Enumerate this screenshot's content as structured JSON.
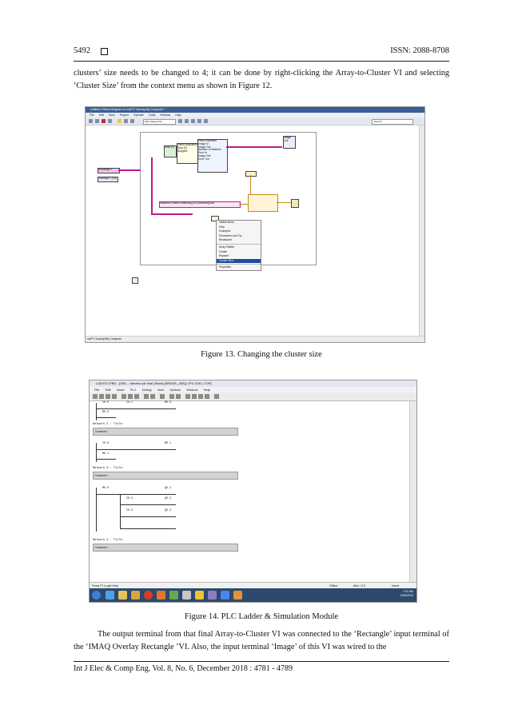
{
  "header": {
    "page_number": "5492",
    "issn": "ISSN: 2088-8708"
  },
  "intro_paragraph": "clusters’ size needs to be changed to 4; it can be done by right-clicking the Array-to-Cluster VI and selecting ‘Cluster Size’ from the context menu as shown in Figure 12.",
  "figure13": {
    "caption": "Figure 13. Changing the cluster size",
    "window_title": "Untitled 4 Block Diagram on myPC Scarray/My Computer *",
    "menu": [
      "File",
      "Edit",
      "View",
      "Project",
      "Operate",
      "Tools",
      "Window",
      "Help"
    ],
    "font_box": "15pt Dialog Font",
    "search": "Search",
    "blocks": {
      "vision_acquisition": [
        "Vision Acquisition",
        "Stop (F)",
        "Stopped"
      ],
      "vision_assistant": [
        "Vision Assistant",
        "Image In",
        "Image Out",
        "Number of Matches",
        "Error In",
        "Image Out",
        "Error Out"
      ],
      "stop": "Stop (F)",
      "image_out": "Image Out",
      "pattern_wire": "Matches (Pattern Matching (2D) Bounding Box",
      "const1": "Rectangle 1",
      "const2": "Overlays 1 (Ch)"
    },
    "context_menu": [
      "Visible Items",
      "Help",
      "Examples",
      "Description and Tip...",
      "Breakpoint",
      "Array Palette",
      "Create",
      "Replace",
      "Cluster Size...",
      "Properties"
    ],
    "status": "myPC Scarray/My Computer"
  },
  "figure14": {
    "caption": "Figure 14. PLC Ladder & Simulation Module",
    "window_title": "LAD/STL/FBD - [OB1 -- fabview plc final (Stack) (BRASIL_005)] CPU 314C-2 DP]",
    "menu": [
      "File",
      "Edit",
      "Insert",
      "PLC",
      "Debug",
      "View",
      "Options",
      "Window",
      "Help"
    ],
    "networks": [
      {
        "label": "Network 2 : Title:",
        "comment": "Comment:"
      },
      {
        "label": "Network 3 : Title:",
        "comment": "Comment:"
      },
      {
        "label": "Network 4 : Title:",
        "comment": "Comment:"
      }
    ],
    "contacts": [
      "I0.0",
      "I0.1",
      "M0.0",
      "M0.0",
      "I0.0",
      "M0.1",
      "M0.1",
      "M0.0",
      "Q0.1",
      "I0.4",
      "Q0.2",
      "I0.5",
      "Q0.3"
    ],
    "status_left": "Press F1 to get Help.",
    "status_mid": "Offline",
    "status_abs": "Abs < 5.2",
    "status_right": "Insert",
    "clock_time": "7:02 AM",
    "clock_date": "5/26/2015"
  },
  "closing_paragraph": "The output terminal from that final Array-to-Cluster VI was connected to the ‘Rectangle’ input terminal of the ‘IMAQ Overlay Rectangle ’VI. Also, the input terminal ‘Image’ of this VI was wired to the",
  "footer": "Int J Elec & Comp Eng, Vol. 8, No. 6, December 2018 :  4781 - 4789"
}
